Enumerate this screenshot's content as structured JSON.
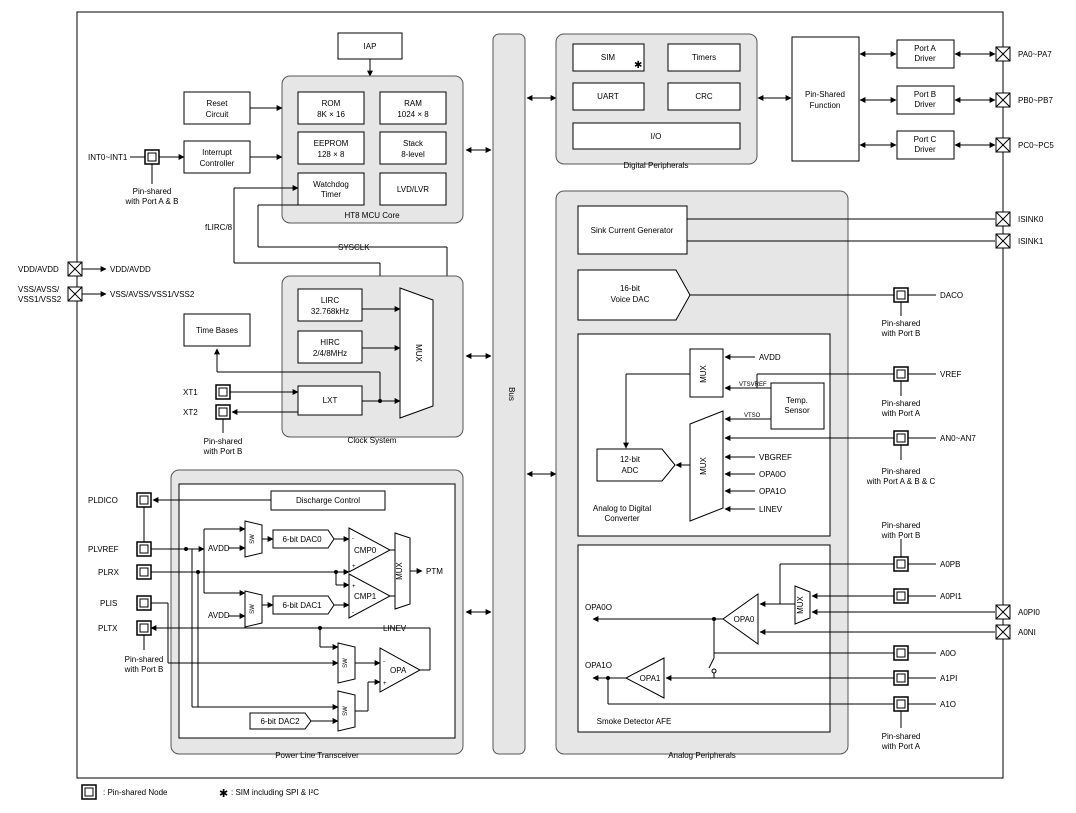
{
  "mcu": {
    "iap": "IAP",
    "reset": [
      "Reset",
      "Circuit"
    ],
    "irq": [
      "Interrupt",
      "Controller"
    ],
    "rom": [
      "ROM",
      "8K × 16"
    ],
    "ram": [
      "RAM",
      "1024 × 8"
    ],
    "eeprom": [
      "EEPROM",
      "128 × 8"
    ],
    "stack": [
      "Stack",
      "8-level"
    ],
    "wdt": [
      "Watchdog",
      "Timer"
    ],
    "lvd": "LVD/LVR",
    "title": "HT8 MCU Core"
  },
  "pins_left": {
    "int": "INT0~INT1",
    "int_note": [
      "Pin-shared",
      "with Port A & B"
    ],
    "vdd": "VDD/AVDD",
    "vdd_out": "VDD/AVDD",
    "vss": [
      "VSS/AVSS/",
      "VSS1/VSS2"
    ],
    "vss_out": "VSS/AVSS/VSS1/VSS2",
    "xt1": "XT1",
    "xt2": "XT2",
    "xt_note": [
      "Pin-shared",
      "with Port B"
    ],
    "pldico": "PLDICO",
    "plvref": "PLVREF",
    "plrx": "PLRX",
    "plis": "PLIS",
    "pltx": "PLTX",
    "pl_note": [
      "Pin-shared",
      "with Port B"
    ]
  },
  "clock": {
    "flirc": "fLIRC/8",
    "sysclk": "SYSCLK",
    "lirc": [
      "LIRC",
      "32.768kHz"
    ],
    "hirc": [
      "HIRC",
      "2/4/8MHz"
    ],
    "lxt": "LXT",
    "mux": "MUX",
    "timebases": "Time Bases",
    "title": "Clock System"
  },
  "bus": "Bus",
  "digital": {
    "sim": "SIM",
    "timers": "Timers",
    "uart": "UART",
    "crc": "CRC",
    "io": "I/O",
    "title": "Digital Peripherals",
    "pinshared": [
      "Pin-Shared",
      "Function"
    ],
    "porta": [
      "Port A",
      "Driver"
    ],
    "portb": [
      "Port B",
      "Driver"
    ],
    "portc": [
      "Port C",
      "Driver"
    ],
    "pa": "PA0~PA7",
    "pb": "PB0~PB7",
    "pc": "PC0~PC5"
  },
  "analog": {
    "sink": "Sink Current Generator",
    "isink0": "ISINK0",
    "isink1": "ISINK1",
    "dac": [
      "16-bit",
      "Voice DAC"
    ],
    "daco": "DACO",
    "daco_note": [
      "Pin-shared",
      "with Port B"
    ],
    "avdd": "AVDD",
    "vtsvref": "VTSVREF",
    "vtso": "VTSO",
    "vbgref": "VBGREF",
    "opa0o_in": "OPA0O",
    "opa1o_in": "OPA1O",
    "linev_in": "LINEV",
    "temp": [
      "Temp.",
      "Sensor"
    ],
    "adc": [
      "12-bit",
      "ADC"
    ],
    "mux": "MUX",
    "adc_title": [
      "Analog to Digital",
      "Converter"
    ],
    "vref": "VREF",
    "vref_note": [
      "Pin-shared",
      "with Port A"
    ],
    "an": "AN0~AN7",
    "an_note": [
      "Pin-shared",
      "with Port A & B & C"
    ],
    "a0pb_note": [
      "Pin-shared",
      "with Port B"
    ],
    "a0pb": "A0PB",
    "a0pi1": "A0PI1",
    "a0pi0": "A0PI0",
    "a0ni": "A0NI",
    "a0o": "A0O",
    "a1pi": "A1PI",
    "a1o": "A1O",
    "a1o_note": [
      "Pin-shared",
      "with Port A"
    ],
    "opa0o": "OPA0O",
    "opa1o": "OPA1O",
    "opa0": "OPA0",
    "opa1": "OPA1",
    "smoke": "Smoke Detector AFE",
    "title": "Analog Peripherals"
  },
  "plt": {
    "discharge": "Discharge Control",
    "avdd": "AVDD",
    "sw": "SW",
    "dac0": "6-bit DAC0",
    "dac1": "6-bit DAC1",
    "dac2": "6-bit DAC2",
    "cmp0": "CMP0",
    "cmp1": "CMP1",
    "mux": "MUX",
    "ptm": "PTM",
    "linev": "LINEV",
    "opa": "OPA",
    "title": "Power Line Transceiver"
  },
  "legend": {
    "node": ": Pin-shared Node",
    "sim": ": SIM including SPI & I²C"
  }
}
